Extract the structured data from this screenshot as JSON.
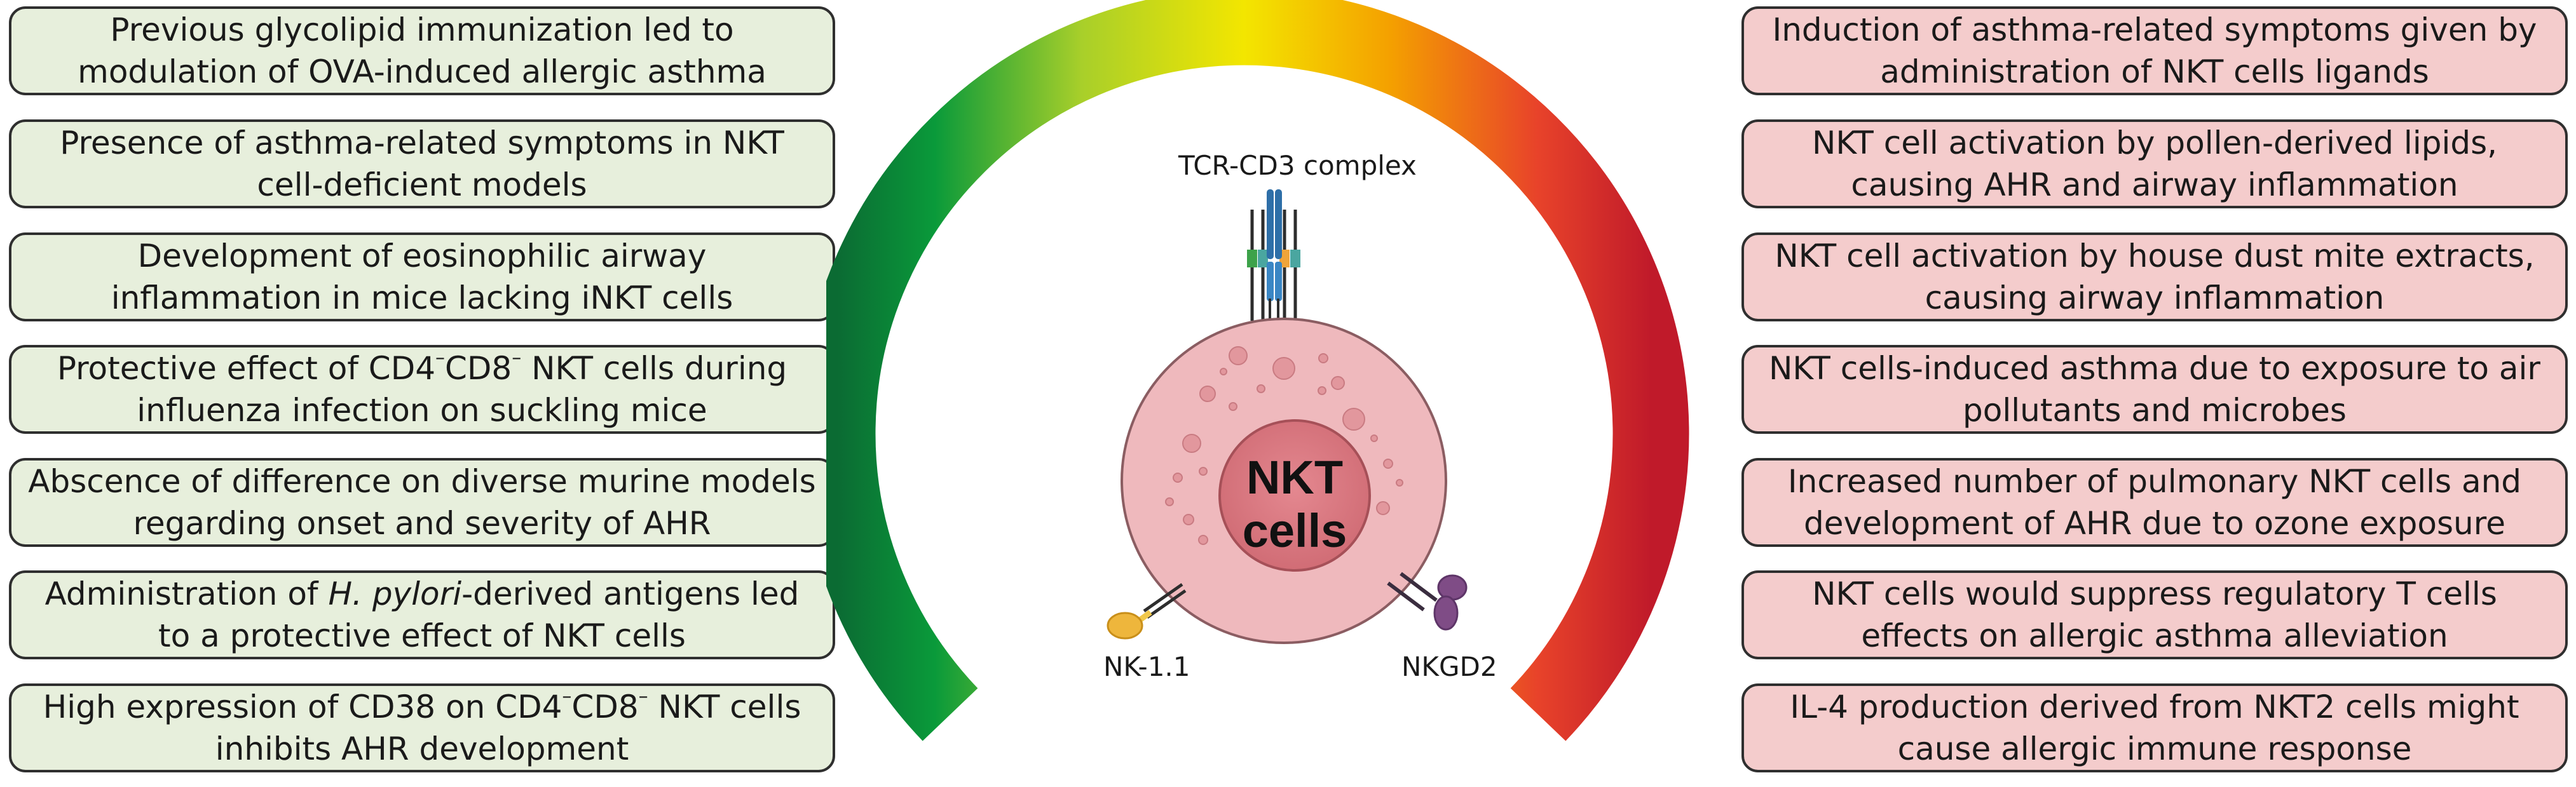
{
  "left_items": [
    {
      "html": "Previous glycolipid immunization led to modulation of OVA-induced allergic asthma"
    },
    {
      "html": "Presence of asthma-related symptoms in NKT cell-deficient models"
    },
    {
      "html": "Development of eosinophilic airway inflammation in mice lacking iNKT cells"
    },
    {
      "html": "Protective effect of CD4<sup>–</sup>CD8<sup>–</sup> NKT cells during influenza infection on suckling mice"
    },
    {
      "html": "Abscence of difference on diverse murine models regarding onset and severity of AHR"
    },
    {
      "html": "Administration of <i>H. pylori</i>-derived antigens led to a protective effect of NKT cells"
    },
    {
      "html": "High expression of CD38 on CD4<sup>–</sup>CD8<sup>–</sup> NKT cells inhibits AHR development"
    }
  ],
  "right_items": [
    {
      "html": "Induction of asthma-related symptoms given by administration of NKT cells ligands"
    },
    {
      "html": "NKT cell activation by pollen-derived lipids, causing AHR and airway inflammation"
    },
    {
      "html": "NKT cell activation by house dust mite extracts, causing airway inflammation"
    },
    {
      "html": "NKT cells-induced asthma due to exposure to air pollutants and microbes"
    },
    {
      "html": "Increased number of pulmonary NKT cells and development of AHR due to ozone exposure"
    },
    {
      "html": "NKT cells would suppress regulatory T cells effects on allergic asthma alleviation"
    },
    {
      "html": "IL-4 production derived from NKT2 cells might cause allergic immune response"
    }
  ],
  "labels": {
    "tcr": "TCR-CD3 complex",
    "nk11": "NK-1.1",
    "nkgd2": "NKGD2",
    "cell_line1": "NKT",
    "cell_line2": "cells"
  },
  "colors": {
    "green_box": "#e7efdc",
    "red_box": "#f4cccc",
    "gauge_green": "#0a9a3a",
    "gauge_yellow": "#f3e600",
    "gauge_red": "#d8222a",
    "cell_outer": "#efb9bd",
    "cell_nucleus": "#d9747c"
  },
  "icons": [
    "gauge-arc",
    "tcr-cd3-receptor",
    "nk11-receptor",
    "nkgd2-receptor",
    "nkt-cell"
  ]
}
